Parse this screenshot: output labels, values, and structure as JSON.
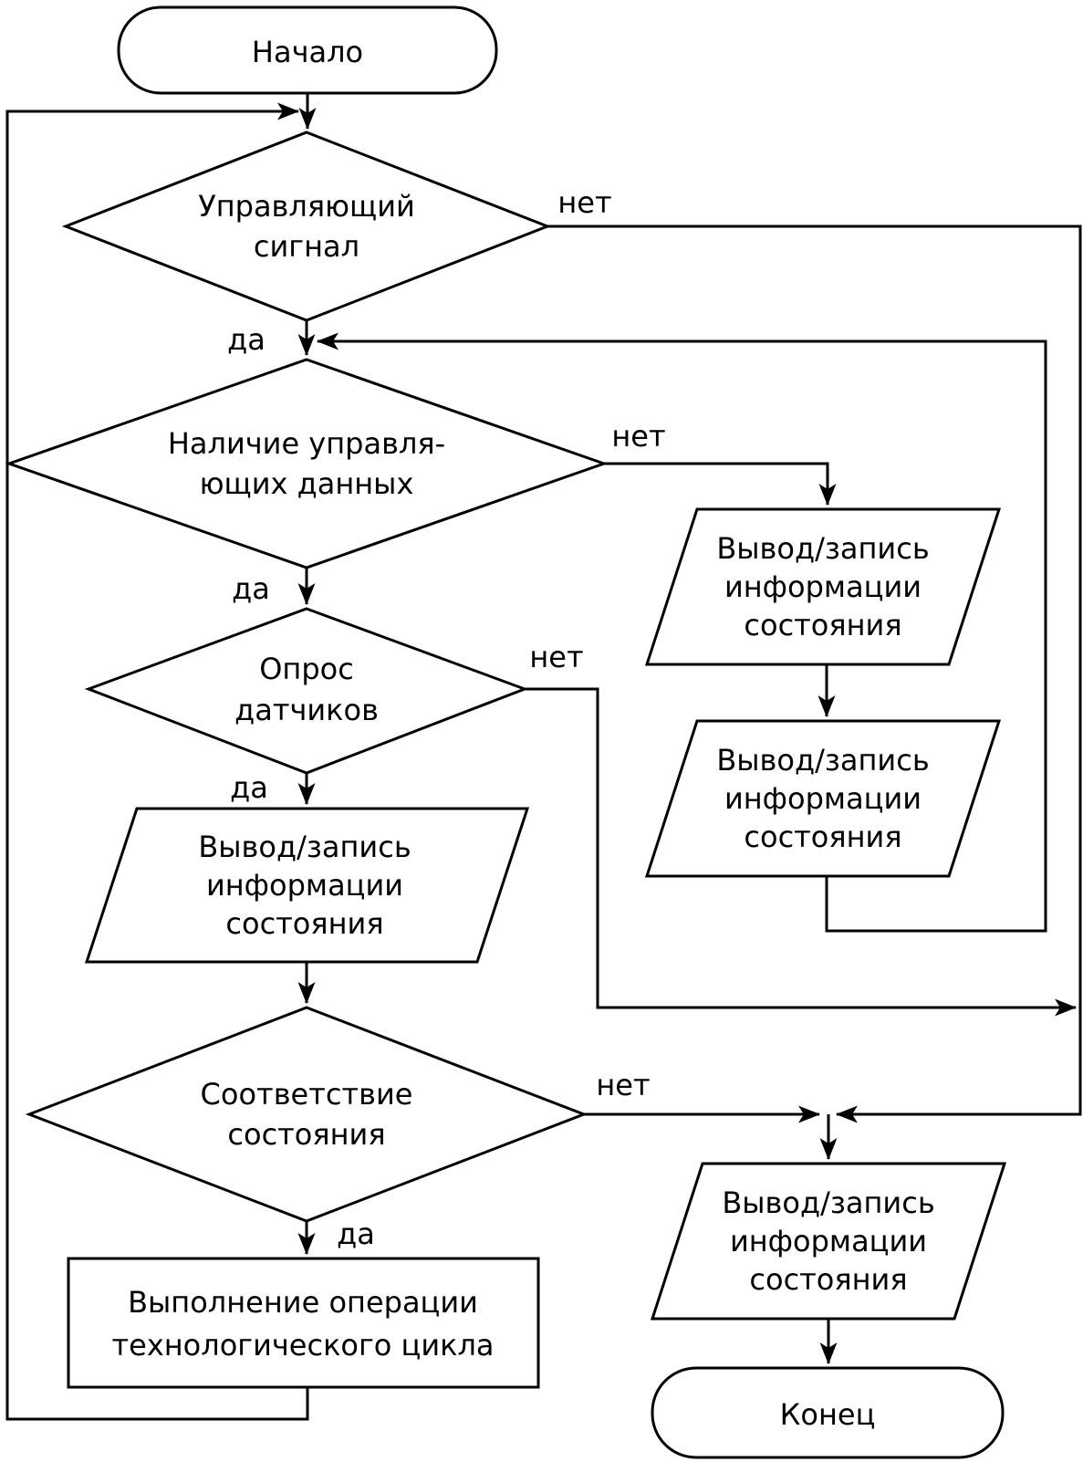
{
  "diagram": {
    "type": "flowchart",
    "language": "ru",
    "colors": {
      "background": "#ffffff",
      "stroke": "#000000",
      "text": "#000000"
    },
    "nodes": {
      "start": {
        "shape": "terminator",
        "label": "Начало"
      },
      "d1": {
        "shape": "decision",
        "lines": [
          "Управляющий",
          "сигнал"
        ]
      },
      "d2": {
        "shape": "decision",
        "lines": [
          "Наличие управля-",
          "ющих данных"
        ]
      },
      "d3": {
        "shape": "decision",
        "lines": [
          "Опрос",
          "датчиков"
        ]
      },
      "io_left": {
        "shape": "input-output",
        "lines": [
          "Вывод/запись",
          "информации",
          "состояния"
        ]
      },
      "d4": {
        "shape": "decision",
        "lines": [
          "Соответствие",
          "состояния"
        ]
      },
      "process": {
        "shape": "process",
        "lines": [
          "Выполнение операции",
          "технологического цикла"
        ]
      },
      "io_right_1": {
        "shape": "input-output",
        "lines": [
          "Вывод/запись",
          "информации",
          "состояния"
        ]
      },
      "io_right_2": {
        "shape": "input-output",
        "lines": [
          "Вывод/запись",
          "информации",
          "состояния"
        ]
      },
      "io_bottom": {
        "shape": "input-output",
        "lines": [
          "Вывод/запись",
          "информации",
          "состояния"
        ]
      },
      "end": {
        "shape": "terminator",
        "label": "Конец"
      }
    },
    "edge_labels": {
      "d1_no": "нет",
      "d1_yes": "да",
      "d2_no": "нет",
      "d2_yes": "да",
      "d3_no": "нет",
      "d3_yes": "да",
      "d4_no": "нет",
      "d4_yes": "да"
    }
  }
}
